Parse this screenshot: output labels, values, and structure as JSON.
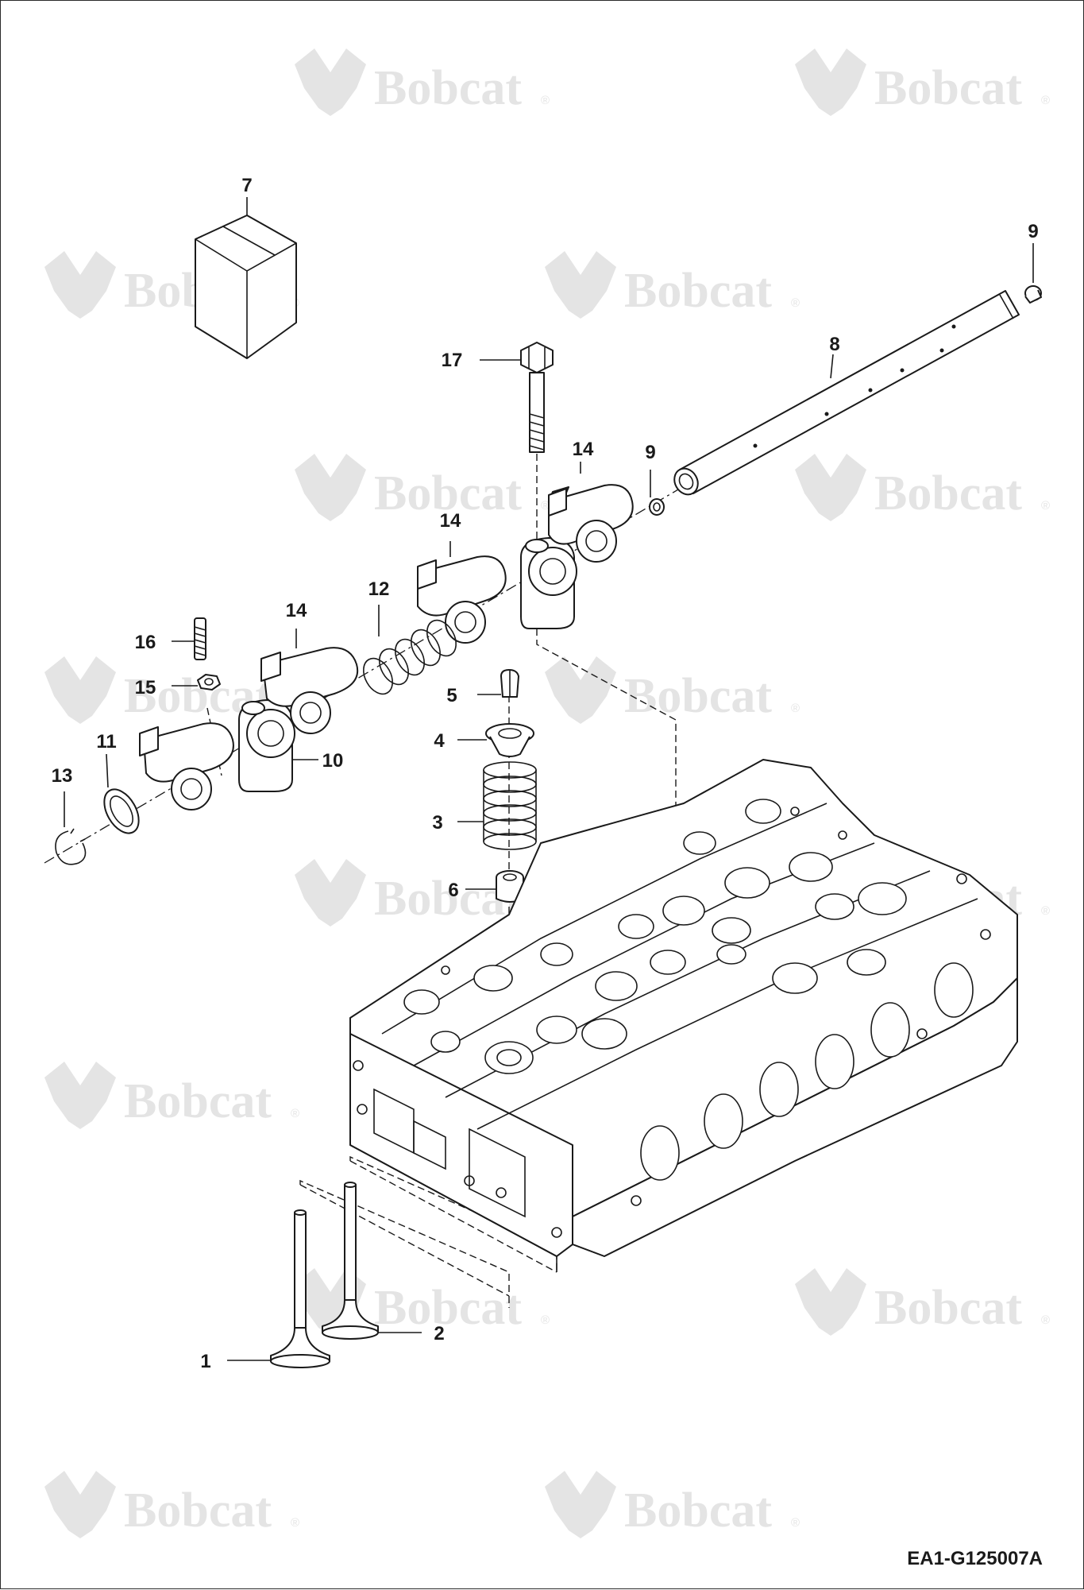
{
  "diagram": {
    "brand_watermark": "Bobcat",
    "brand_mark_symbol": "®",
    "document_id": "EA1-G125007A",
    "callouts": {
      "c1": "1",
      "c2": "2",
      "c3": "3",
      "c4": "4",
      "c5": "5",
      "c6": "6",
      "c7": "7",
      "c8": "8",
      "c9a": "9",
      "c9b": "9",
      "c10": "10",
      "c11": "11",
      "c12": "12",
      "c13": "13",
      "c14a": "14",
      "c14b": "14",
      "c14c": "14",
      "c15": "15",
      "c16": "16",
      "c17": "17"
    }
  },
  "colors": {
    "line": "#1a1a1a",
    "watermark": "#e4e4e4",
    "background": "#ffffff"
  }
}
